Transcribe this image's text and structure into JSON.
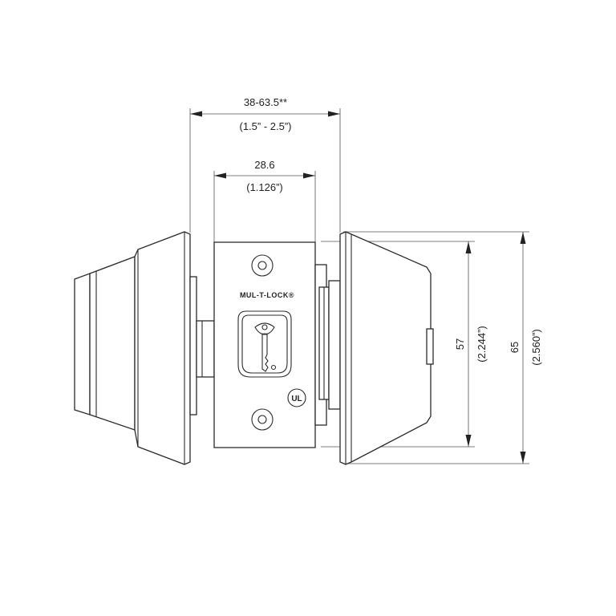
{
  "dimensions": {
    "door_thickness": {
      "metric": "38-63.5**",
      "imperial": "(1.5” - 2.5”)"
    },
    "backset_width": {
      "metric": "28.6",
      "imperial": "(1.126”)"
    },
    "faceplate_height": {
      "metric": "57",
      "imperial": "(2.244”)"
    },
    "rose_height": {
      "metric": "65",
      "imperial": "(2.560”)"
    }
  },
  "faceplate": {
    "brand": "MUL-T-LOCK®",
    "certification": "UL"
  },
  "icons": [
    "key-logo-icon",
    "ul-mark-icon",
    "screw-icon"
  ],
  "colors": {
    "line": "#2b2b2b",
    "background": "#ffffff"
  }
}
